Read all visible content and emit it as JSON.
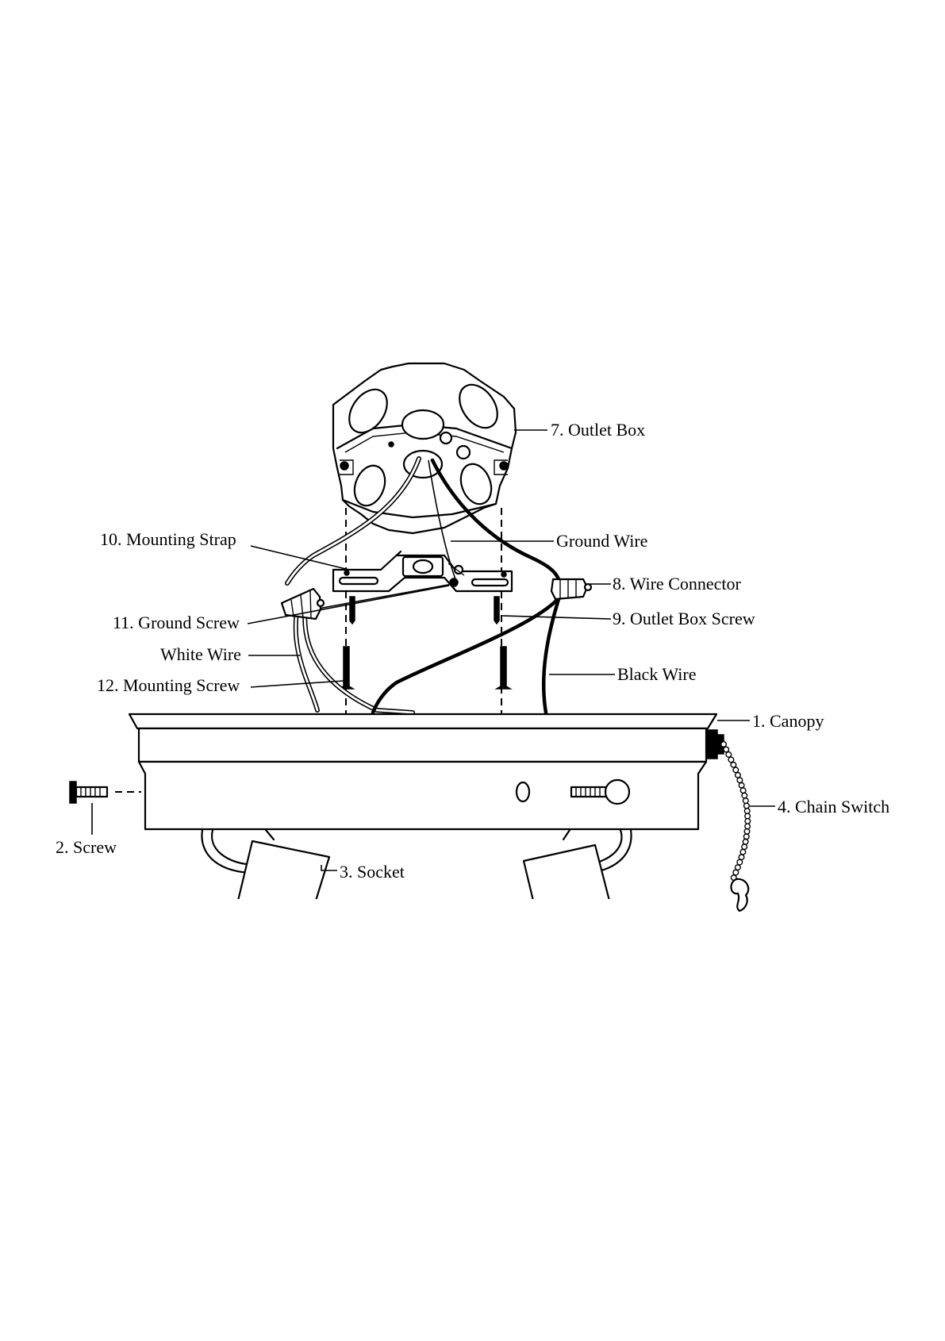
{
  "labels": {
    "outlet_box": "7. Outlet Box",
    "mounting_strap": "10. Mounting Strap",
    "ground_wire": "Ground Wire",
    "wire_connector": "8. Wire Connector",
    "ground_screw": "11. Ground Screw",
    "outlet_box_screw": "9. Outlet Box Screw",
    "white_wire": "White Wire",
    "black_wire": "Black Wire",
    "mounting_screw": "12. Mounting Screw",
    "canopy": "1. Canopy",
    "chain_switch": "4. Chain Switch",
    "screw": "2. Screw",
    "socket": "3. Socket"
  }
}
